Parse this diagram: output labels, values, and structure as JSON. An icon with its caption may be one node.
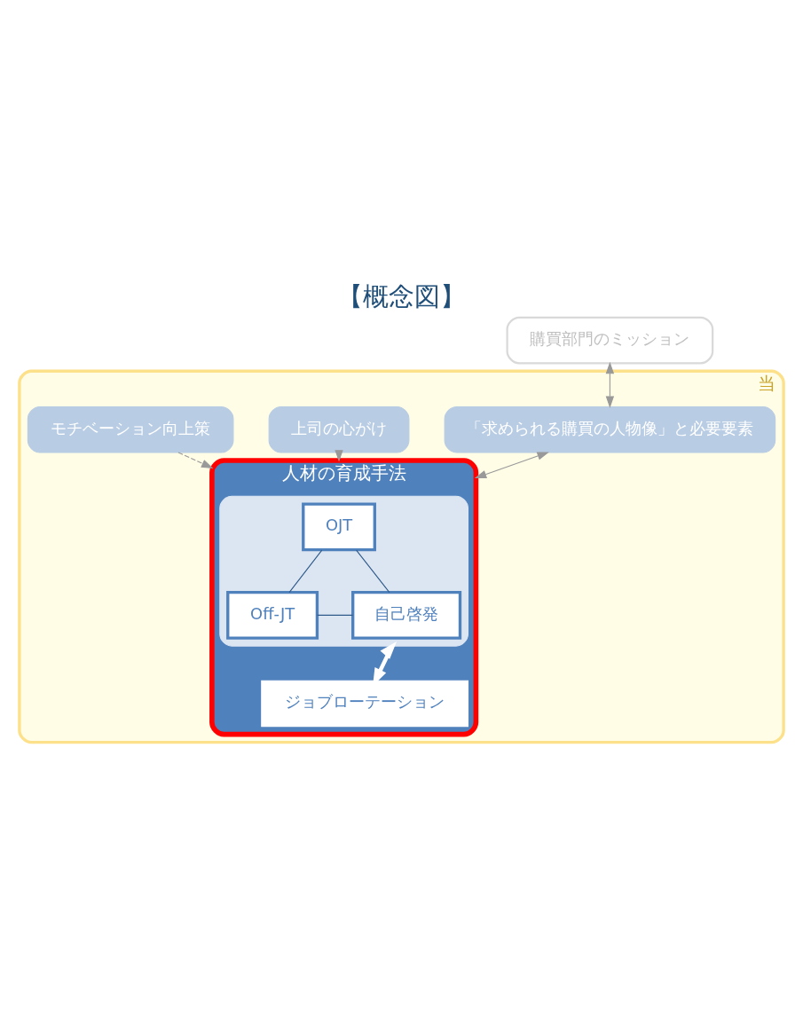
{
  "diagram": {
    "title": "【概念図】",
    "nodes": [
      {
        "text": [
          "購買部門のミッション"
        ]
      },
      {
        "text": [
          "当"
        ]
      },
      {
        "text": [
          "「求められる購買の人物像」と必要要素"
        ],
        "in": 1
      },
      {
        "text": [
          "上司の心がけ"
        ],
        "in": 1
      },
      {
        "text": [
          "人材の育成手法"
        ],
        "in": 1
      },
      {
        "text": [],
        "shape": "box",
        "in": 4
      },
      {
        "text": [
          "OJT"
        ],
        "in": 5
      },
      {
        "text": [
          "Off-JT"
        ],
        "in": 5
      },
      {
        "text": [
          "自己啓発"
        ],
        "in": 5
      },
      {
        "text": [
          "ジョブローテーション"
        ],
        "in": 4
      },
      {
        "text": [
          "モチベーション向上策"
        ],
        "in": 1
      }
    ],
    "edges": [
      {
        "from": 0,
        "to": 2,
        "arrow": "both"
      },
      {
        "from": 2,
        "to": 4,
        "arrow": "both"
      },
      {
        "from": 3,
        "to": 4,
        "arrow": "to",
        "style": "dashed"
      },
      {
        "from": 10,
        "to": 4,
        "arrow": "to",
        "style": "dashed"
      },
      {
        "from": 6,
        "to": 7,
        "arrow": "none",
        "color": "#2f5a8a"
      },
      {
        "from": 6,
        "to": 8,
        "arrow": "none",
        "color": "#2f5a8a"
      },
      {
        "from": 7,
        "to": 8,
        "arrow": "none",
        "color": "#2f5a8a"
      },
      {
        "from": 5,
        "to": 9,
        "arrow": "both",
        "style": "thick",
        "color": "#ffffff"
      }
    ]
  }
}
